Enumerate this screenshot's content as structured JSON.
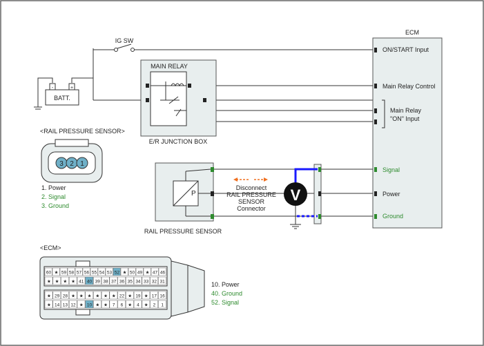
{
  "ig_sw": "IG SW",
  "batt": "BATT.",
  "main_relay": {
    "title": "MAIN RELAY",
    "box": "E/R JUNCTION BOX"
  },
  "ecm_block": {
    "title": "ECM",
    "pins": {
      "on_start": "ON/START Input",
      "relay_ctrl": "Main Relay Control",
      "relay_on_l1": "Main Relay",
      "relay_on_l2": "\"ON\" Input",
      "signal": "Signal",
      "power": "Power",
      "ground": "Ground"
    }
  },
  "rps_section": "<RAIL PRESSURE SENSOR>",
  "rps_connector_pins": [
    "3",
    "2",
    "1"
  ],
  "rps_pin_list": [
    "1. Power",
    "2. Signal",
    "3. Ground"
  ],
  "sensor_label": "RAIL PRESSURE SENSOR",
  "sensor_p": "P",
  "meter": "V",
  "disconnect": [
    "Disconnect",
    "RAIL PRESSURE",
    "SENSOR",
    "Connector"
  ],
  "ecm_section": "<ECM>",
  "ecm_rows": [
    [
      "60",
      "★",
      "59",
      "58",
      "57",
      "56",
      "55",
      "54",
      "53",
      "52",
      "★",
      "50",
      "49",
      "★",
      "47",
      "46"
    ],
    [
      "★",
      "★",
      "★",
      "★",
      "41",
      "40",
      "39",
      "38",
      "37",
      "36",
      "35",
      "34",
      "33",
      "32",
      "31"
    ],
    [
      "★",
      "29",
      "28",
      "★",
      "★",
      "★",
      "★",
      "★",
      "★",
      "22",
      "★",
      "19",
      "★",
      "17",
      "16"
    ],
    [
      "★",
      "14",
      "13",
      "12",
      "★",
      "10",
      "★",
      "★",
      "7",
      "6",
      "★",
      "4",
      "★",
      "2",
      "1"
    ]
  ],
  "ecm_pin_list": [
    "10. Power",
    "40. Ground",
    "52. Signal"
  ],
  "colors": {
    "green": "#2e8b2e",
    "blue": "#1a1aff",
    "orange": "#f07020",
    "box_fill": "#e8eeee",
    "highlight": "#6fb0c8"
  }
}
